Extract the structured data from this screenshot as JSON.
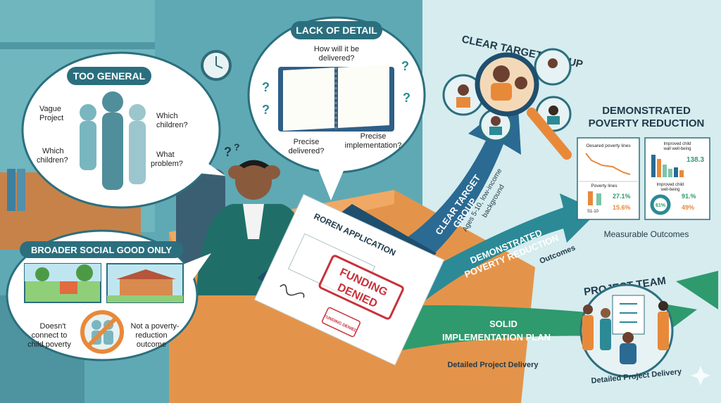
{
  "too_general": {
    "title": "TOO GENERAL",
    "labels": [
      "Vague",
      "Project",
      "Which",
      "children?",
      "Which",
      "children?",
      "What",
      "problem?"
    ]
  },
  "lack_of_detail": {
    "title": "LACK OF DETAIL",
    "q1a": "How will it be",
    "q1b": "delivered?",
    "q2a": "Precise",
    "q2b": "delivered?",
    "q3a": "Precise",
    "q3b": "implementation?",
    "marks": "?"
  },
  "broader_social_good": {
    "title": "BROADER SOCIAL GOOD ONLY",
    "left_a": "Doesn't",
    "left_b": "connect to",
    "left_c": "child poverty",
    "right_a": "Not a poverty-",
    "right_b": "reduction",
    "right_c": "outcome"
  },
  "person": {
    "confusion": "?"
  },
  "application": {
    "title": "ROREN APPLICATION",
    "stamp_a": "FUNDING",
    "stamp_b": "DENIED",
    "small_stamp": "FUNDING DENIED"
  },
  "arrows": {
    "target_group": {
      "label_a": "CLEAR TARGET",
      "label_b": "GROUP",
      "sub_a": "Ages 5-10, low-income",
      "sub_b": "background"
    },
    "poverty": {
      "label_a": "DEMONSTRATED",
      "label_b": "POVERTY REDUCTION",
      "sub": "Outcomes"
    },
    "implementation": {
      "label": "SOLID",
      "label_b": "IMPLEMENTATION PLAN",
      "sub": "Detailed Project Delivery"
    }
  },
  "clear_target_group": {
    "title": "CLEAR TARGET GROUP"
  },
  "poverty_reduction": {
    "title_a": "DEMONSTRATED",
    "title_b": "POVERTY REDUCTION",
    "chart1_title": "Oesared poverty lines",
    "chart2_title_a": "Improved child",
    "chart2_title_b": "wall well-being",
    "chart2_value": "138.3",
    "chart3_title": "Poverty lines",
    "chart3_axis": "S1-10",
    "chart3_down1": "27.1%",
    "chart3_down2": "15.6%",
    "chart4_title_a": "Improved child",
    "chart4_title_b": "well-being",
    "chart4_donut": "61%",
    "chart4_up1": "91.%",
    "chart4_up2": "49%",
    "caption": "Measurable Outcomes"
  },
  "project_team": {
    "title": "PROJECT TEAM",
    "caption": "Detailed Project Delivery"
  },
  "colors": {
    "navy": "#1f4f6e",
    "teal": "#2b8a96",
    "green": "#2e9a6e",
    "orange": "#e8893a",
    "red": "#c8323a",
    "wall": "#5aa8b4"
  }
}
